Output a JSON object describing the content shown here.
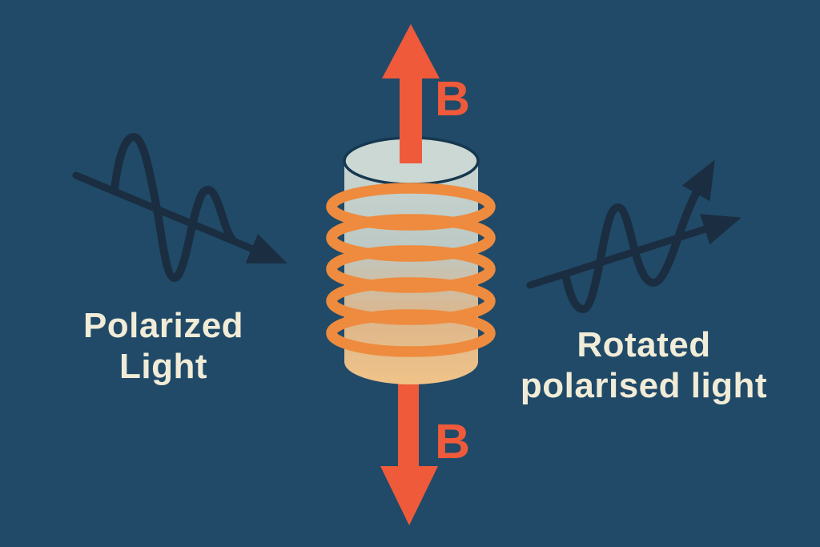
{
  "scene": {
    "description": "Faraday rotation physics diagram: polarized light enters a coil-wrapped cylinder in magnetic field B and exits as rotated polarised light",
    "background_color": "#204a68",
    "field_arrow_color": "#ef5a3b",
    "coil_color": "#ee8b3e",
    "wave_color": "#1b2d40",
    "caption_color": "#f1ecd7",
    "cylinder_top_color": "#ccd8d3",
    "cylinder_bottom_color": "#f0c388",
    "cylinder_outline_color": "#16384f"
  },
  "labels": {
    "magnetic_field_top": "B",
    "magnetic_field_bottom": "B"
  },
  "captions": {
    "left": {
      "line1": "Polarized",
      "line2": "Light"
    },
    "right": {
      "line1": "Rotated",
      "line2": "polarised light"
    }
  },
  "icons": {
    "incoming_wave": "incoming-polarized-wave-icon",
    "outgoing_wave": "outgoing-rotated-wave-icon",
    "field_up": "magnetic-field-up-arrow-icon",
    "field_down": "magnetic-field-down-arrow-icon",
    "rotator": "faraday-rotator-cylinder",
    "coil": "induction-coil-icon"
  }
}
